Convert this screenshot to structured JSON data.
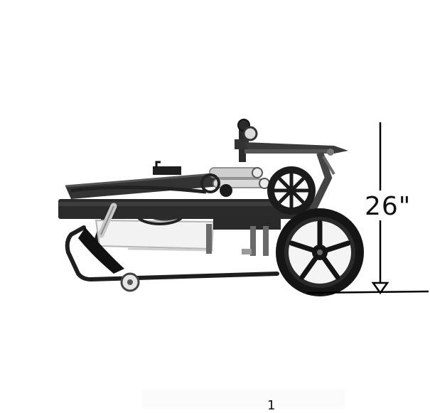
{
  "photo": {
    "subject_icon": "folded-dog-wheelchair-cart",
    "palette": {
      "background": "#ffffff",
      "frame": "#2e2e2e",
      "tire": "#151515",
      "accent": "#d9d9d9"
    }
  },
  "dimension": {
    "label": "26\"",
    "arrow_icon": "down-arrow-icon"
  },
  "footer_mark": "1"
}
